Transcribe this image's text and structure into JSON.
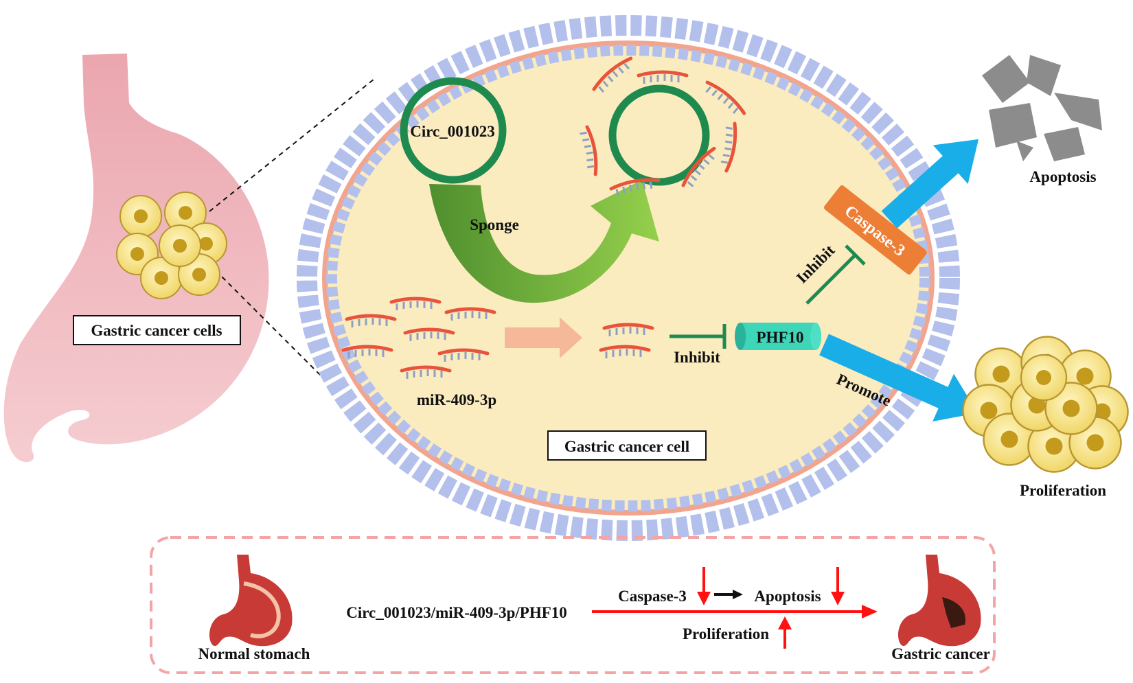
{
  "labels": {
    "circ": "Circ_001023",
    "sponge": "Sponge",
    "mirna": "miR-409-3p",
    "inhibit_phf10": "Inhibit",
    "phf10": "PHF10",
    "caspase": "Caspase-3",
    "inhibit_caspase": "Inhibit",
    "promote": "Promote",
    "apoptosis": "Apoptosis",
    "proliferation": "Proliferation",
    "gastric_cancer_cells": "Gastric cancer cells",
    "gastric_cancer_cell": "Gastric cancer cell"
  },
  "summary": {
    "normal": "Normal stomach",
    "axis": "Circ_001023/miR-409-3p/PHF10",
    "caspase": "Caspase-3",
    "apoptosis": "Apoptosis",
    "proliferation": "Proliferation",
    "cancer": "Gastric cancer"
  },
  "colors": {
    "stomach": "#f0b9c0",
    "cytoplasm": "#fbecc0",
    "membrane": "#f3a48d",
    "phospholipid": "#b3c0ec",
    "circ": "#1f8a4e",
    "sponge_arrow": "#7dbf3c",
    "mirna": "#e8543b",
    "mirna_teeth": "#8da0c4",
    "blue_arrow": "#1aaee8",
    "caspase": "#ec7e36",
    "phf10": "#3dd6b8",
    "cell": "#f6e38a",
    "nucleus": "#c8a020",
    "apoptotic": "#8c8c8c",
    "red_arrow": "#ff1111",
    "dashed_box": "#f4a4a4"
  },
  "icons": [
    "stomach-icon",
    "apoptotic-body-icon",
    "cell-cluster-icon"
  ]
}
